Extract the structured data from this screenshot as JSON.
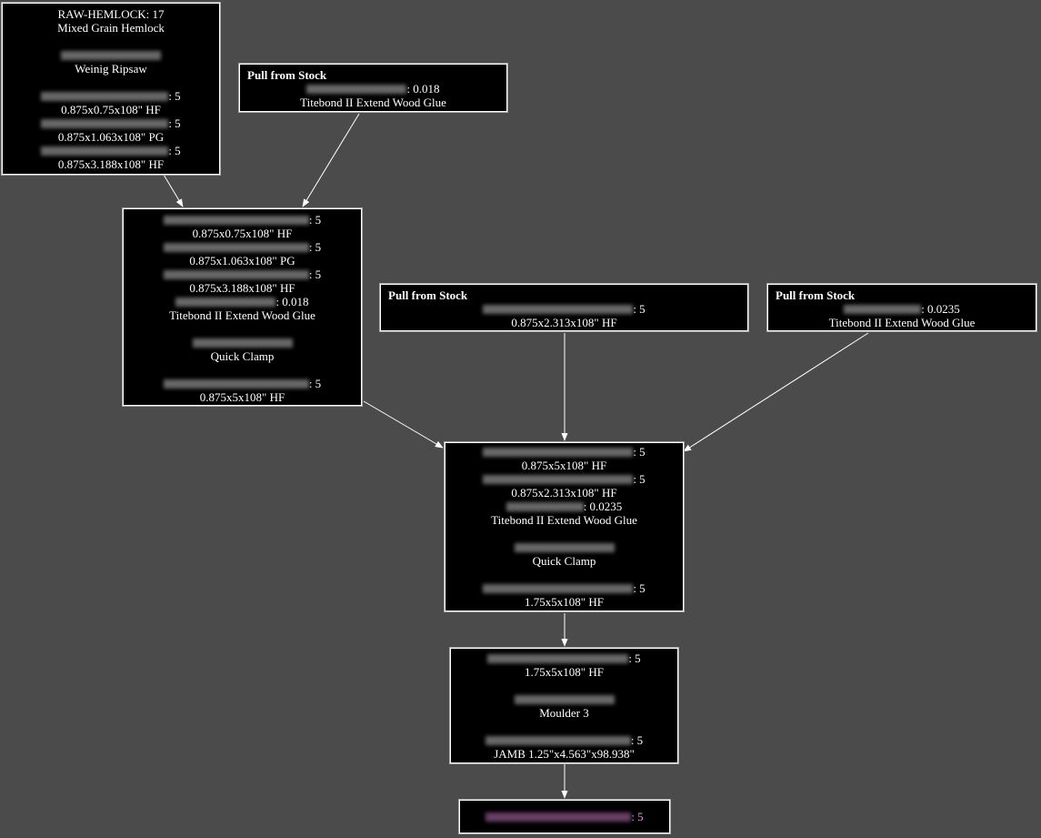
{
  "diagram": {
    "background": "#4b4b4b",
    "node_fill": "#000000",
    "node_border": "#ffffff",
    "edge_color": "#ffffff",
    "redacted_note": "redacted",
    "nodes": [
      {
        "id": "n1",
        "lines": [
          {
            "text": "RAW-HEMLOCK: 17"
          },
          {
            "text": "Mixed Grain Hemlock"
          },
          {
            "gap": true
          },
          {
            "redacted": true
          },
          {
            "text": "Weinig Ripsaw"
          },
          {
            "gap": true
          },
          {
            "redacted": true,
            "suffix": ": 5"
          },
          {
            "text": "0.875x0.75x108\" HF"
          },
          {
            "redacted": true,
            "suffix": ": 5"
          },
          {
            "text": "0.875x1.063x108\" PG"
          },
          {
            "redacted": true,
            "suffix": ": 5"
          },
          {
            "text": "0.875x3.188x108\" HF"
          }
        ]
      },
      {
        "id": "n2",
        "title": "Pull from Stock",
        "lines": [
          {
            "redacted": true,
            "suffix": ": 0.018"
          },
          {
            "text": "Titebond II Extend Wood Glue"
          }
        ]
      },
      {
        "id": "n3",
        "lines": [
          {
            "redacted": true,
            "suffix": ": 5"
          },
          {
            "text": "0.875x0.75x108\" HF"
          },
          {
            "redacted": true,
            "suffix": ": 5"
          },
          {
            "text": "0.875x1.063x108\" PG"
          },
          {
            "redacted": true,
            "suffix": ": 5"
          },
          {
            "text": "0.875x3.188x108\" HF"
          },
          {
            "redacted": true,
            "suffix": ": 0.018"
          },
          {
            "text": "Titebond II Extend Wood Glue"
          },
          {
            "gap": true
          },
          {
            "redacted": true
          },
          {
            "text": "Quick Clamp"
          },
          {
            "gap": true
          },
          {
            "redacted": true,
            "suffix": ": 5"
          },
          {
            "text": "0.875x5x108\" HF"
          }
        ]
      },
      {
        "id": "n4",
        "title": "Pull from Stock",
        "lines": [
          {
            "redacted": true,
            "suffix": ": 5"
          },
          {
            "text": "0.875x2.313x108\" HF"
          }
        ]
      },
      {
        "id": "n5",
        "title": "Pull from Stock",
        "lines": [
          {
            "redacted": true,
            "suffix": ": 0.0235"
          },
          {
            "text": "Titebond II Extend Wood Glue"
          }
        ]
      },
      {
        "id": "n6",
        "lines": [
          {
            "redacted": true,
            "suffix": ": 5"
          },
          {
            "text": "0.875x5x108\" HF"
          },
          {
            "redacted": true,
            "suffix": ": 5"
          },
          {
            "text": "0.875x2.313x108\" HF"
          },
          {
            "redacted": true,
            "suffix": ": 0.0235"
          },
          {
            "text": "Titebond II Extend Wood Glue"
          },
          {
            "gap": true
          },
          {
            "redacted": true
          },
          {
            "text": "Quick Clamp"
          },
          {
            "gap": true
          },
          {
            "redacted": true,
            "suffix": ": 5"
          },
          {
            "text": "1.75x5x108\" HF"
          }
        ]
      },
      {
        "id": "n7",
        "lines": [
          {
            "redacted": true,
            "suffix": ": 5"
          },
          {
            "text": "1.75x5x108\" HF"
          },
          {
            "gap": true
          },
          {
            "redacted": true
          },
          {
            "text": "Moulder 3"
          },
          {
            "gap": true
          },
          {
            "redacted": true,
            "suffix": ": 5"
          },
          {
            "text": "JAMB 1.25\"x4.563\"x98.938\""
          }
        ]
      },
      {
        "id": "n8",
        "accent": "#e49ae0",
        "lines": [
          {
            "redacted": true,
            "pink": true,
            "suffix": ": 5"
          }
        ]
      }
    ],
    "edges": [
      {
        "from": "n1",
        "to": "n3"
      },
      {
        "from": "n2",
        "to": "n3"
      },
      {
        "from": "n3",
        "to": "n6"
      },
      {
        "from": "n4",
        "to": "n6"
      },
      {
        "from": "n5",
        "to": "n6"
      },
      {
        "from": "n6",
        "to": "n7"
      },
      {
        "from": "n7",
        "to": "n8"
      }
    ]
  }
}
